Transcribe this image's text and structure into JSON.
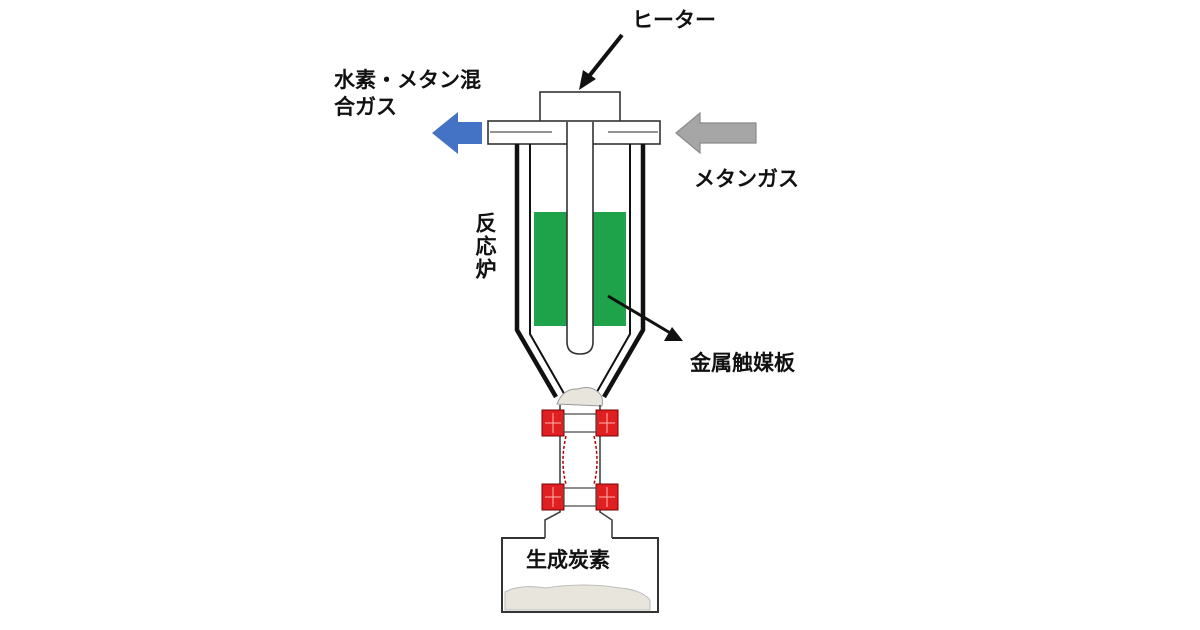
{
  "labels": {
    "heater": "ヒーター",
    "mixed_gas_line1": "水素・メタン混",
    "mixed_gas_line2": "合ガス",
    "methane_gas": "メタンガス",
    "reactor": "反応炉",
    "catalyst_plate": "金属触媒板",
    "product_carbon": "生成炭素"
  },
  "colors": {
    "catalyst": "#1fa34a",
    "outlet_arrow": "#4472c4",
    "inlet_arrow": "#a6a6a6",
    "valve": "#e02020",
    "carbon": "#e8e6dc"
  }
}
